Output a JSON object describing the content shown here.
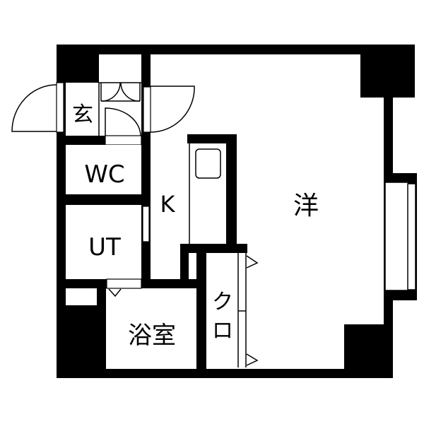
{
  "floorplan": {
    "rooms": {
      "entrance": "玄",
      "toilet": "WC",
      "utility": "UT",
      "kitchen": "K",
      "bath": "浴室",
      "closet_1": "ク",
      "closet_2": "ロ",
      "western_room": "洋"
    },
    "colors": {
      "wall": "#000000",
      "floor": "#ffffff"
    }
  }
}
